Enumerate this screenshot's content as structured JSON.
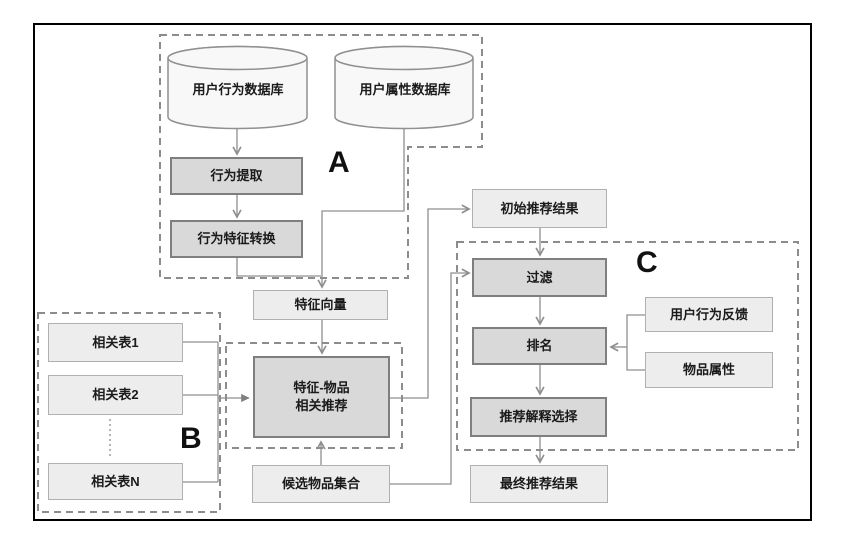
{
  "diagram": {
    "title": "recommendation-pipeline-flowchart",
    "sections": {
      "a_label": "A",
      "b_label": "B",
      "c_label": "C"
    },
    "nodes": {
      "user_behavior_db": "用户行为数据库",
      "user_attribute_db": "用户属性数据库",
      "behavior_extraction": "行为提取",
      "behavior_feature_transform": "行为特征转换",
      "feature_vector": "特征向量",
      "related_table_1": "相关表1",
      "related_table_2": "相关表2",
      "related_table_n": "相关表N",
      "feature_item_rec_line1": "特征-物品",
      "feature_item_rec_line2": "相关推荐",
      "candidate_item_set": "候选物品集合",
      "initial_rec_result": "初始推荐结果",
      "filter": "过滤",
      "ranking": "排名",
      "rec_explanation_selection": "推荐解释选择",
      "final_rec_result": "最终推荐结果",
      "user_behavior_feedback": "用户行为反馈",
      "item_attributes": "物品属性"
    },
    "colors": {
      "line": "#8f8f8f",
      "dash": "#8c8c8c",
      "process-fill": "#d9d9d9",
      "process-border": "#7f7f7f",
      "result-fill": "#ededed",
      "result-border": "#b0b0b0",
      "cyl-fill": "#f8f8f8",
      "text": "#1a1a1a",
      "frame": "#000000"
    }
  }
}
